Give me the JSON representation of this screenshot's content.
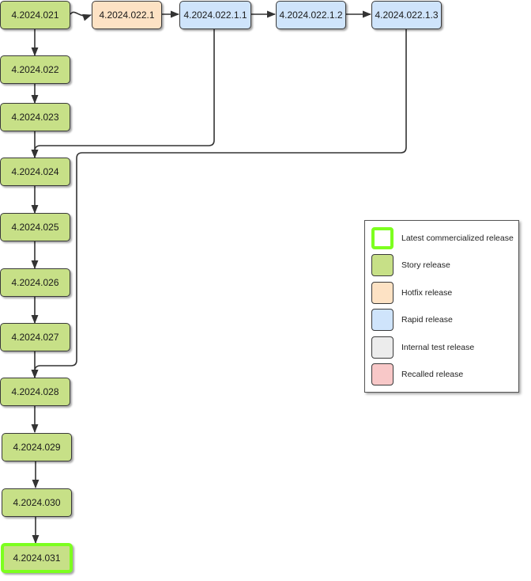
{
  "nodes": {
    "v021": {
      "label": "4.2024.021",
      "type": "story"
    },
    "v0221": {
      "label": "4.2024.022.1",
      "type": "hotfix"
    },
    "v02211": {
      "label": "4.2024.022.1.1",
      "type": "rapid"
    },
    "v02212": {
      "label": "4.2024.022.1.2",
      "type": "rapid"
    },
    "v02213": {
      "label": "4.2024.022.1.3",
      "type": "rapid"
    },
    "v022": {
      "label": "4.2024.022",
      "type": "story"
    },
    "v023": {
      "label": "4.2024.023",
      "type": "story"
    },
    "v024": {
      "label": "4.2024.024",
      "type": "story"
    },
    "v025": {
      "label": "4.2024.025",
      "type": "story"
    },
    "v026": {
      "label": "4.2024.026",
      "type": "story"
    },
    "v027": {
      "label": "4.2024.027",
      "type": "story"
    },
    "v028": {
      "label": "4.2024.028",
      "type": "story"
    },
    "v029": {
      "label": "4.2024.029",
      "type": "story"
    },
    "v030": {
      "label": "4.2024.030",
      "type": "story"
    },
    "v031": {
      "label": "4.2024.031",
      "type": "latest"
    }
  },
  "legend": {
    "latest": {
      "label": "Latest commercialized release",
      "fill": "#ffffff",
      "border": "#7dff1f"
    },
    "story": {
      "label": "Story release",
      "fill": "#c7e087",
      "border": "#3a3a3a"
    },
    "hotfix": {
      "label": "Hotfix release",
      "fill": "#fde2c4",
      "border": "#3a3a3a"
    },
    "rapid": {
      "label": "Rapid release",
      "fill": "#cfe4fb",
      "border": "#3a3a3a"
    },
    "internal": {
      "label": "Internal test release",
      "fill": "#ececec",
      "border": "#3a3a3a"
    },
    "recalled": {
      "label": "Recalled release",
      "fill": "#f8c8c8",
      "border": "#3a3a3a"
    }
  }
}
